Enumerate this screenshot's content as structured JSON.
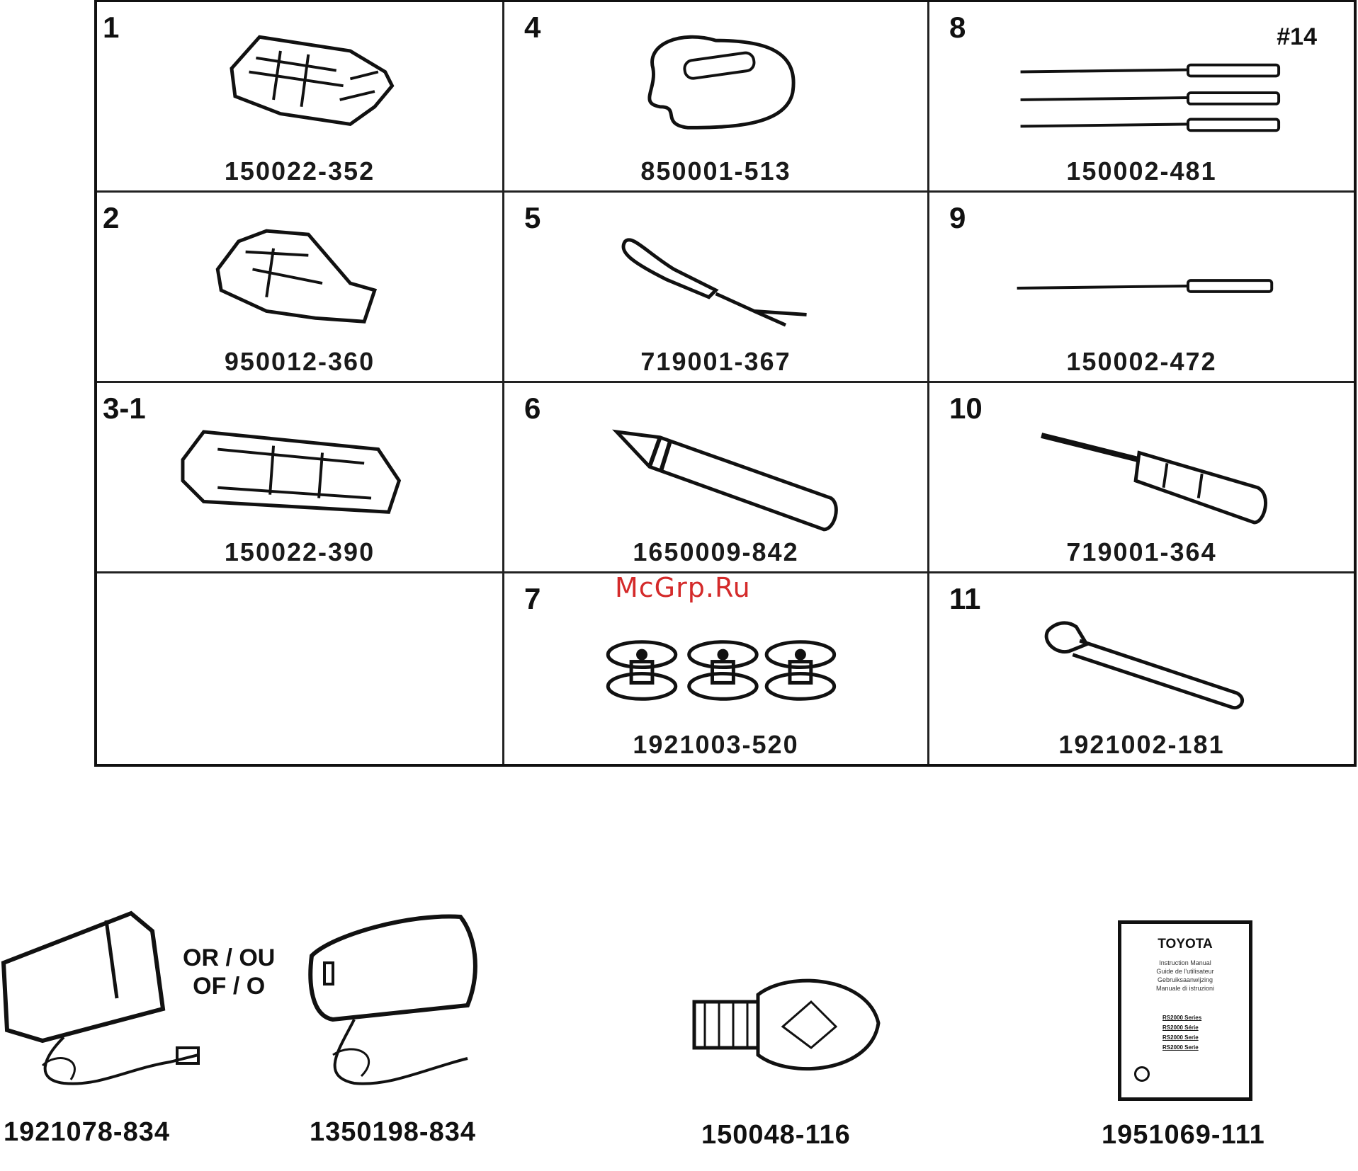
{
  "parts": [
    {
      "num": "1",
      "code": "150022-352",
      "icon": "presser-foot-icon"
    },
    {
      "num": "4",
      "code": "850001-513",
      "icon": "seam-guide-icon"
    },
    {
      "num": "8",
      "code": "150002-481",
      "icon": "needles-icon",
      "tag": "#14"
    },
    {
      "num": "2",
      "code": "950012-360",
      "icon": "zipper-foot-icon"
    },
    {
      "num": "5",
      "code": "719001-367",
      "icon": "seam-ripper-icon"
    },
    {
      "num": "9",
      "code": "150002-472",
      "icon": "needle-icon"
    },
    {
      "num": "3-1",
      "code": "150022-390",
      "icon": "buttonhole-foot-icon"
    },
    {
      "num": "6",
      "code": "1650009-842",
      "icon": "spool-pin-icon"
    },
    {
      "num": "10",
      "code": "719001-364",
      "icon": "screwdriver-icon"
    },
    {
      "num": "",
      "code": "",
      "icon": ""
    },
    {
      "num": "7",
      "code": "1921003-520",
      "icon": "bobbins-icon"
    },
    {
      "num": "11",
      "code": "1921002-181",
      "icon": "lint-brush-icon"
    }
  ],
  "watermark": "McGrp.Ru",
  "bottom": {
    "pedal1_code": "1921078-834",
    "or_line1": "OR / OU",
    "or_line2": "OF / O",
    "pedal2_code": "1350198-834",
    "bulb_code": "150048-116",
    "manual_code": "1951069-111",
    "manual": {
      "brand": "TOYOTA",
      "lines": [
        "Instruction Manual",
        "Guide de l'utilisateur",
        "Gebruiksaanwijzing",
        "Manuale di istruzioni"
      ],
      "series": [
        "RS2000 Series",
        "RS2000 Série",
        "RS2000 Serie",
        "RS2000 Serie"
      ]
    }
  }
}
